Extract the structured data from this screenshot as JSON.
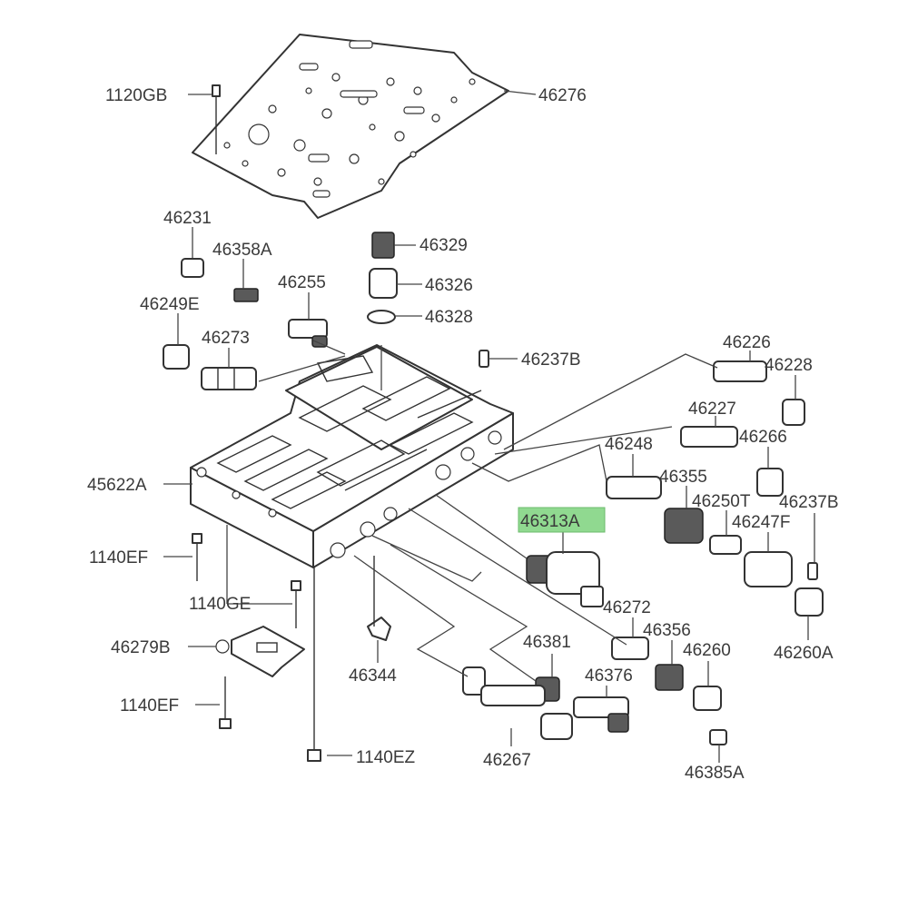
{
  "highlight_color": "#90d990",
  "parts": {
    "p1120GB": "1120GB",
    "p46276": "46276",
    "p46231": "46231",
    "p46358A": "46358A",
    "p46329": "46329",
    "p46255": "46255",
    "p46326": "46326",
    "p46249E": "46249E",
    "p46328": "46328",
    "p46273": "46273",
    "p46237B_top": "46237B",
    "p46226": "46226",
    "p46228": "46228",
    "p46227": "46227",
    "p46266": "46266",
    "p46248": "46248",
    "p46355": "46355",
    "p45622A": "45622A",
    "p46250T": "46250T",
    "p46237B_right": "46237B",
    "p46313A": "46313A",
    "p46247F": "46247F",
    "p1140EF_top": "1140EF",
    "p1140GE": "1140GE",
    "p46272": "46272",
    "p46260A": "46260A",
    "p46356": "46356",
    "p46279B": "46279B",
    "p46381": "46381",
    "p46260": "46260",
    "p46344": "46344",
    "p46376": "46376",
    "p1140EF_bottom": "1140EF",
    "p1140EZ": "1140EZ",
    "p46267": "46267",
    "p46385A": "46385A"
  }
}
